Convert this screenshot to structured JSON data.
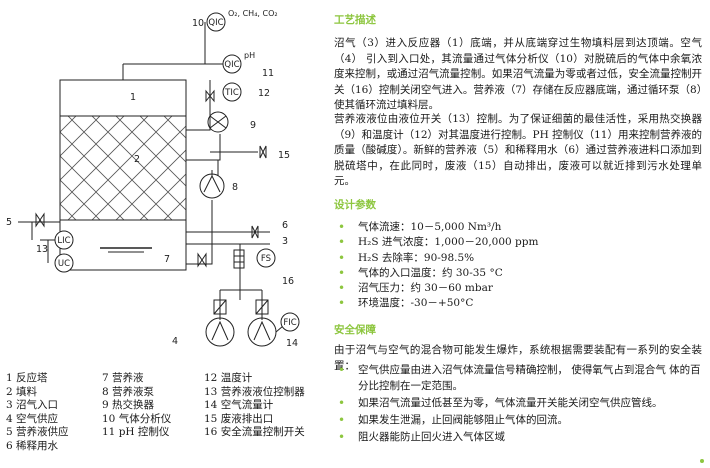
{
  "diagram": {
    "callouts": [
      "1",
      "2",
      "3",
      "4",
      "5",
      "6",
      "7",
      "8",
      "9",
      "10",
      "11",
      "12",
      "13",
      "14",
      "15",
      "16"
    ],
    "instruments": {
      "qic_top": "QIC",
      "gases": "O₂, CH₄, CO₂",
      "qic_ph": "QIC",
      "ph": "pH",
      "tic": "TIC",
      "lic": "LIC",
      "uc": "UC",
      "fs": "FS",
      "fic": "FIC"
    }
  },
  "legend": [
    "1 反应塔",
    "7 营养液",
    "12 温度计",
    "2 填料",
    "8 营养液泵",
    "13 营养液液位控制器",
    "3 沼气入口",
    "9 热交换器",
    "14 空气流量计",
    "4 空气供应",
    "10 气体分析仪",
    "15 废液排出口",
    "5 营养液供应",
    "11 pH 控制仪",
    "16 安全流量控制开关",
    "6 稀释用水"
  ],
  "process": {
    "title": "工艺描述",
    "para1": "沼气（3）进入反应器（1）底端，并从底端穿过生物填料层到达顶端。空气（4） 引入到入口处，其流量通过气体分析仪（10）对脱硫后的气体中余氧浓度来控制，或通过沼气流量控制。如果沼气流量为零或者过低，安全流量控制开关（16）控制关闭空气进入。营养液（7）存储在反应器底端，通过循环泵（8）使其循环流过填料层。",
    "para2": "营养液液位由液位开关（13）控制。为了保证细菌的最佳活性，采用热交换器 （9）和温度计（12）对其温度进行控制。PH 控制仪（11）用来控制营养液的质量（酸碱度）。新鲜的营养液（5）和稀释用水（6）通过营养液进料口添加到脱硫塔中，在此同时，废液（15）自动排出，废液可以就近排到污水处理单元。"
  },
  "params": {
    "title": "设计参数",
    "items": [
      "气体流速：10－5,000 Nm³/h",
      "H₂S 进气浓度：1,000－20,000 ppm",
      "H₂S 去除率：90-98.5%",
      "气体的入口温度：约 30-35 °C",
      "沼气压力：约 30－60 mbar",
      "环境温度：-30－+50°C"
    ]
  },
  "safety": {
    "title": "安全保障",
    "intro": "由于沼气与空气的混合物可能发生爆炸，系统根据需要装配有一系列的安全装置：",
    "items": [
      "空气供应量由进入沼气体流量信号精确控制， 使得氧气占到混合气 体的百分比控制在一定范围。",
      "如果沼气流量过低甚至为零，气体流量开关能关闭空气供应管线。",
      "如果发生泄漏，止回阀能够阻止气体的回流。",
      "阻火器能防止回火进入气体区域"
    ]
  },
  "colors": {
    "accent": "#8dc63f",
    "line": "#222222"
  }
}
